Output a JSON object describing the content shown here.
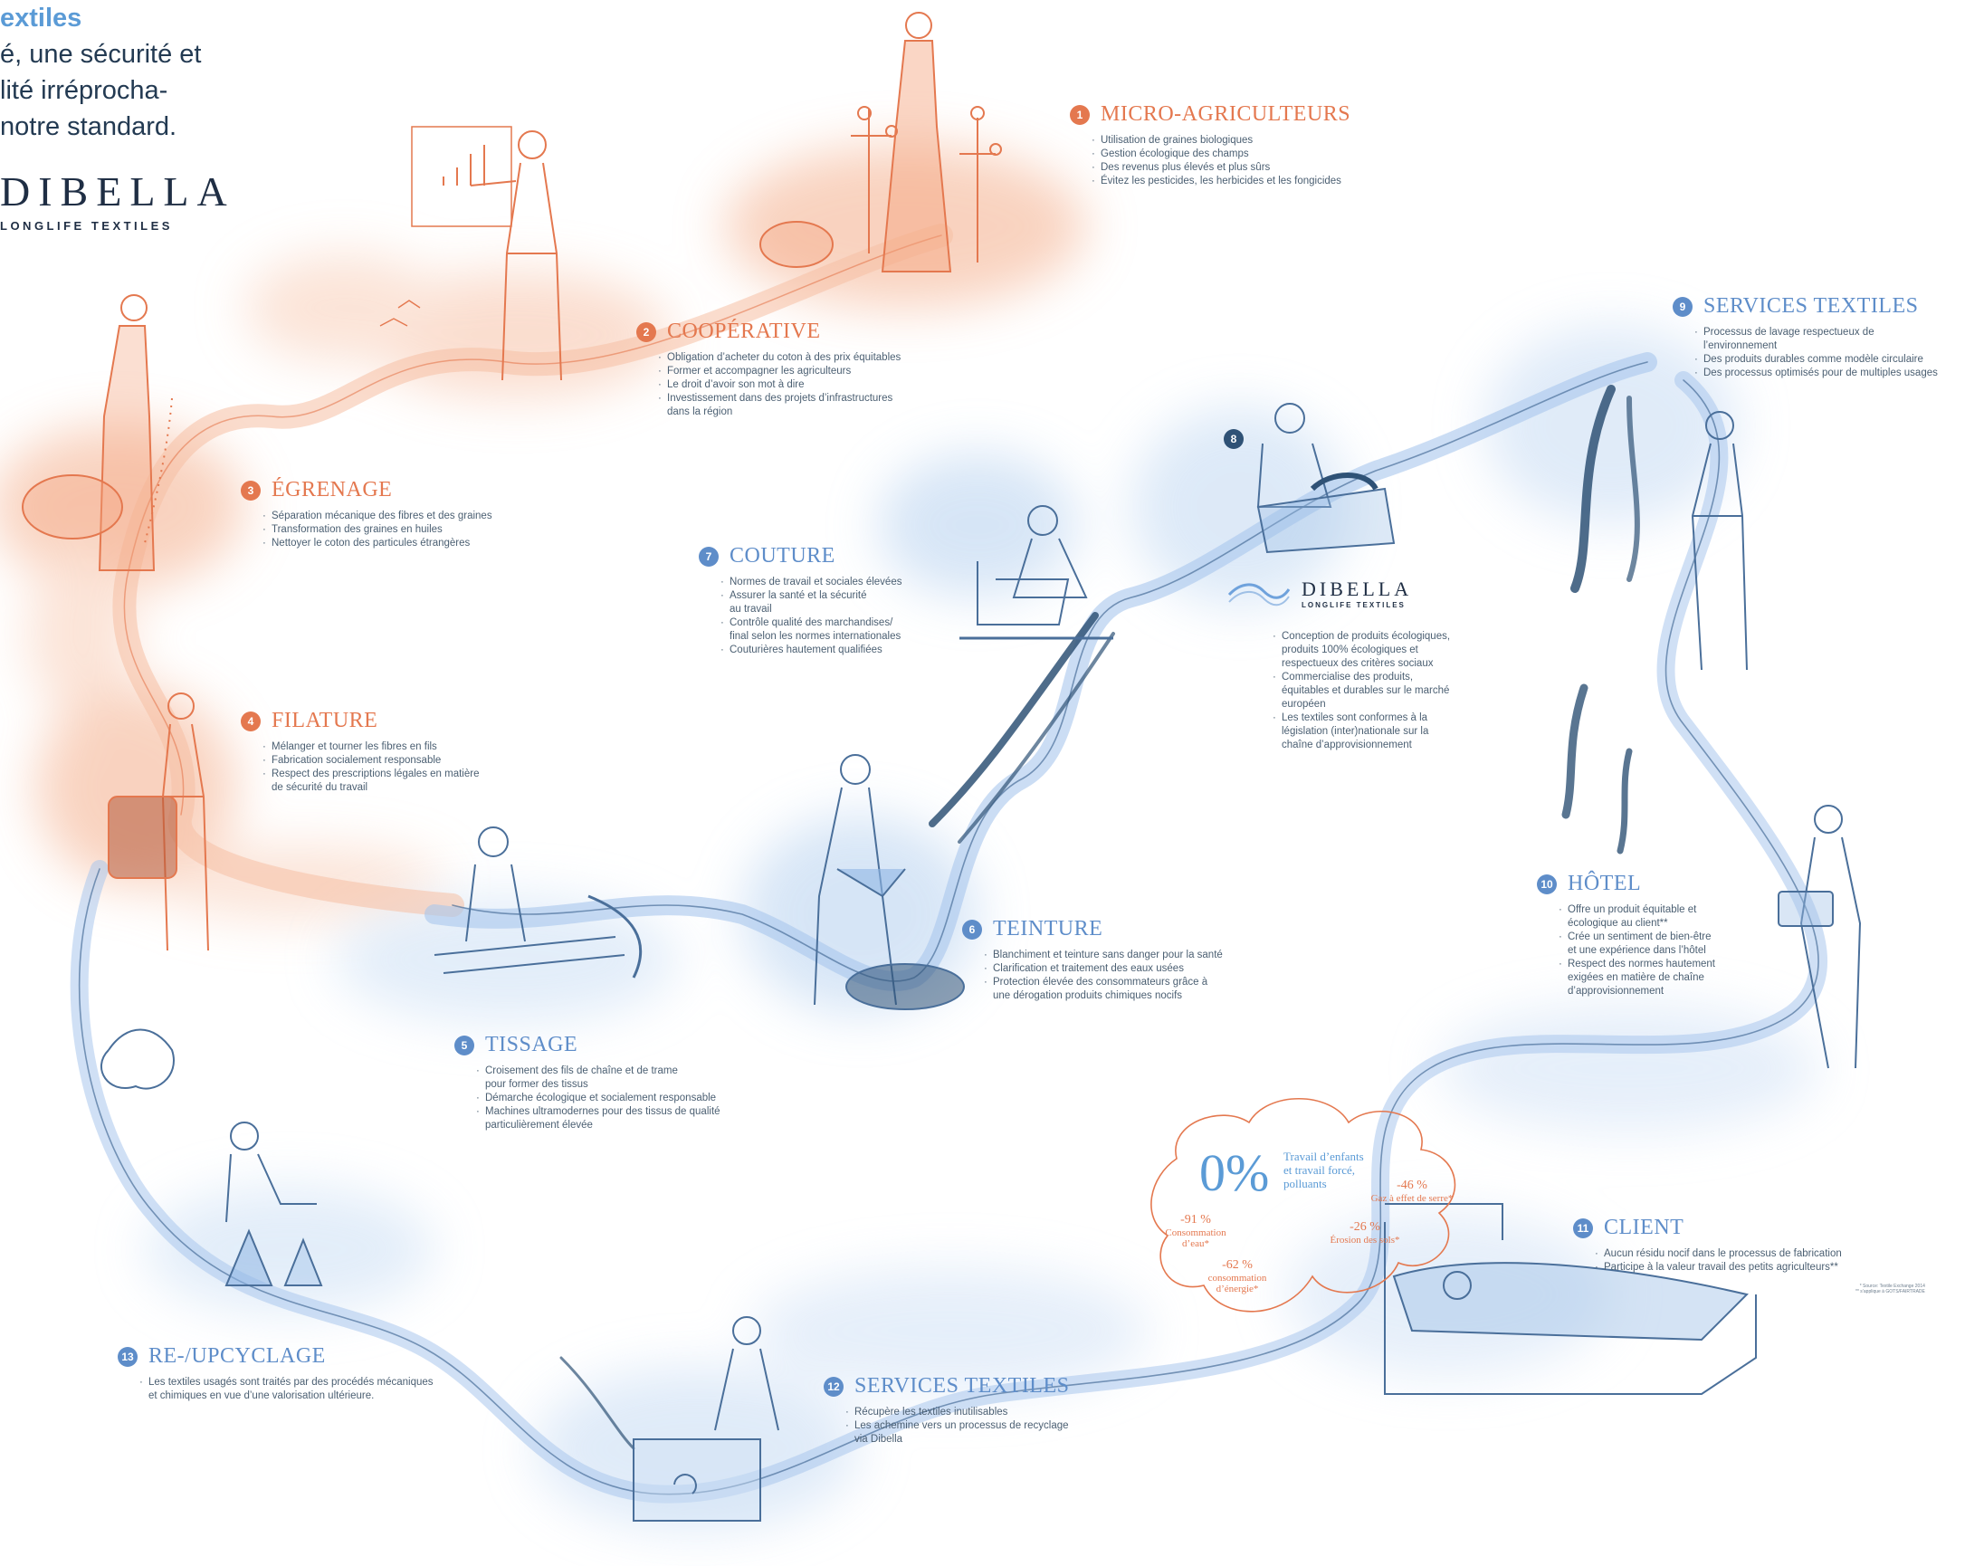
{
  "header": {
    "headline_partial": "extiles",
    "intro_lines": [
      "é, une sécurité et",
      "lité irréprocha-",
      " notre standard."
    ]
  },
  "brand": {
    "name": "DIBELLA",
    "tagline": "LONGLIFE TEXTILES"
  },
  "colors": {
    "orange": "#e4784f",
    "blue": "#5e8dc9",
    "navy": "#1f2e44",
    "wash_orange": "#f7cdb8",
    "wash_blue": "#c9dcf3"
  },
  "steps": [
    {
      "num": "1",
      "title": "MICRO-AGRICULTEURS",
      "color": "orange",
      "items": [
        "Utilisation de graines biologiques",
        "Gestion écologique des champs",
        "Des revenus plus élevés et plus sûrs",
        "Évitez les pesticides, les herbicides et les fongicides"
      ]
    },
    {
      "num": "2",
      "title": "COOPÉRATIVE",
      "color": "orange",
      "items": [
        "Obligation d’acheter du coton à des prix équitables",
        "Former et accompagner les agriculteurs",
        "Le droit d’avoir son mot à dire",
        "Investissement dans des projets d’infrastructures\ndans la région"
      ]
    },
    {
      "num": "3",
      "title": "ÉGRENAGE",
      "color": "orange",
      "items": [
        "Séparation mécanique des fibres et des graines",
        "Transformation des graines en huiles",
        "Nettoyer le coton des particules étrangères"
      ]
    },
    {
      "num": "4",
      "title": "FILATURE",
      "color": "orange",
      "items": [
        "Mélanger et tourner les fibres en fils",
        "Fabrication socialement responsable",
        "Respect des prescriptions légales en matière\nde sécurité du travail"
      ]
    },
    {
      "num": "5",
      "title": "TISSAGE",
      "color": "blue",
      "items": [
        "Croisement des fils de chaîne et de trame\npour former des tissus",
        "Démarche écologique et socialement responsable",
        "Machines ultramodernes pour des tissus de qualité\nparticulièrement élevée"
      ]
    },
    {
      "num": "6",
      "title": "TEINTURE",
      "color": "blue",
      "items": [
        "Blanchiment et teinture sans danger pour la santé",
        "Clarification et traitement des eaux usées",
        "Protection élevée des consommateurs grâce à\nune dérogation produits chimiques nocifs"
      ]
    },
    {
      "num": "7",
      "title": "COUTURE",
      "color": "blue",
      "items": [
        "Normes de travail et sociales élevées",
        "Assurer la santé et la sécurité\nau travail",
        "Contrôle qualité des marchandises/\nfinal selon les normes internationales",
        "Couturières hautement qualifiées"
      ]
    },
    {
      "num": "8",
      "title": "",
      "color": "blue",
      "items": [
        "Conception de produits écologiques,\nproduits 100% écologiques et\nrespectueux des critères sociaux",
        "Commercialise des produits,\néquitables et durables sur le marché\neuropéen",
        "Les textiles sont conformes à la\nlégislation (inter)nationale sur la\nchaîne d’approvisionnement"
      ]
    },
    {
      "num": "9",
      "title": "SERVICES TEXTILES",
      "color": "blue",
      "items": [
        "Processus de lavage respectueux de\nl’environnement",
        "Des produits durables comme modèle circulaire",
        "Des processus optimisés pour de multiples usages"
      ]
    },
    {
      "num": "10",
      "title": "HÔTEL",
      "color": "blue",
      "items": [
        "Offre un produit équitable et\nécologique au client**",
        "Crée un sentiment de bien-être\net une expérience dans l’hôtel",
        "Respect des normes hautement\nexigées en matière de chaîne\nd’approvisionnement"
      ]
    },
    {
      "num": "11",
      "title": "CLIENT",
      "color": "blue",
      "items": [
        "Aucun résidu nocif dans le processus de fabrication",
        "Participe à la valeur travail des petits agriculteurs**"
      ]
    },
    {
      "num": "12",
      "title": "SERVICES TEXTILES",
      "color": "blue",
      "items": [
        "Récupère les textiles inutilisables",
        "Les achemine vers un processus de recyclage\nvia Dibella"
      ]
    },
    {
      "num": "13",
      "title": "RE-/UPCYCLAGE",
      "color": "blue",
      "items": [
        "Les textiles usagés sont traités par des procédés mécaniques\net chimiques en vue d’une valorisation ultérieure."
      ]
    }
  ],
  "impact": {
    "zero_value": "0%",
    "zero_caption": "Travail d’enfants\net travail forcé,\npolluants",
    "stats": [
      {
        "value": "-91 %",
        "label": "Consommation d’eau*"
      },
      {
        "value": "-62 %",
        "label": "consommation\nd’énergie*"
      },
      {
        "value": "-26 %",
        "label": "Érosion des sols*"
      },
      {
        "value": "-46 %",
        "label": "Gaz à effet de serre*"
      }
    ]
  },
  "footnotes": [
    "* Source: Textile Exchange 2014",
    "** s’applique à GOTS/FAIRTRADE"
  ]
}
